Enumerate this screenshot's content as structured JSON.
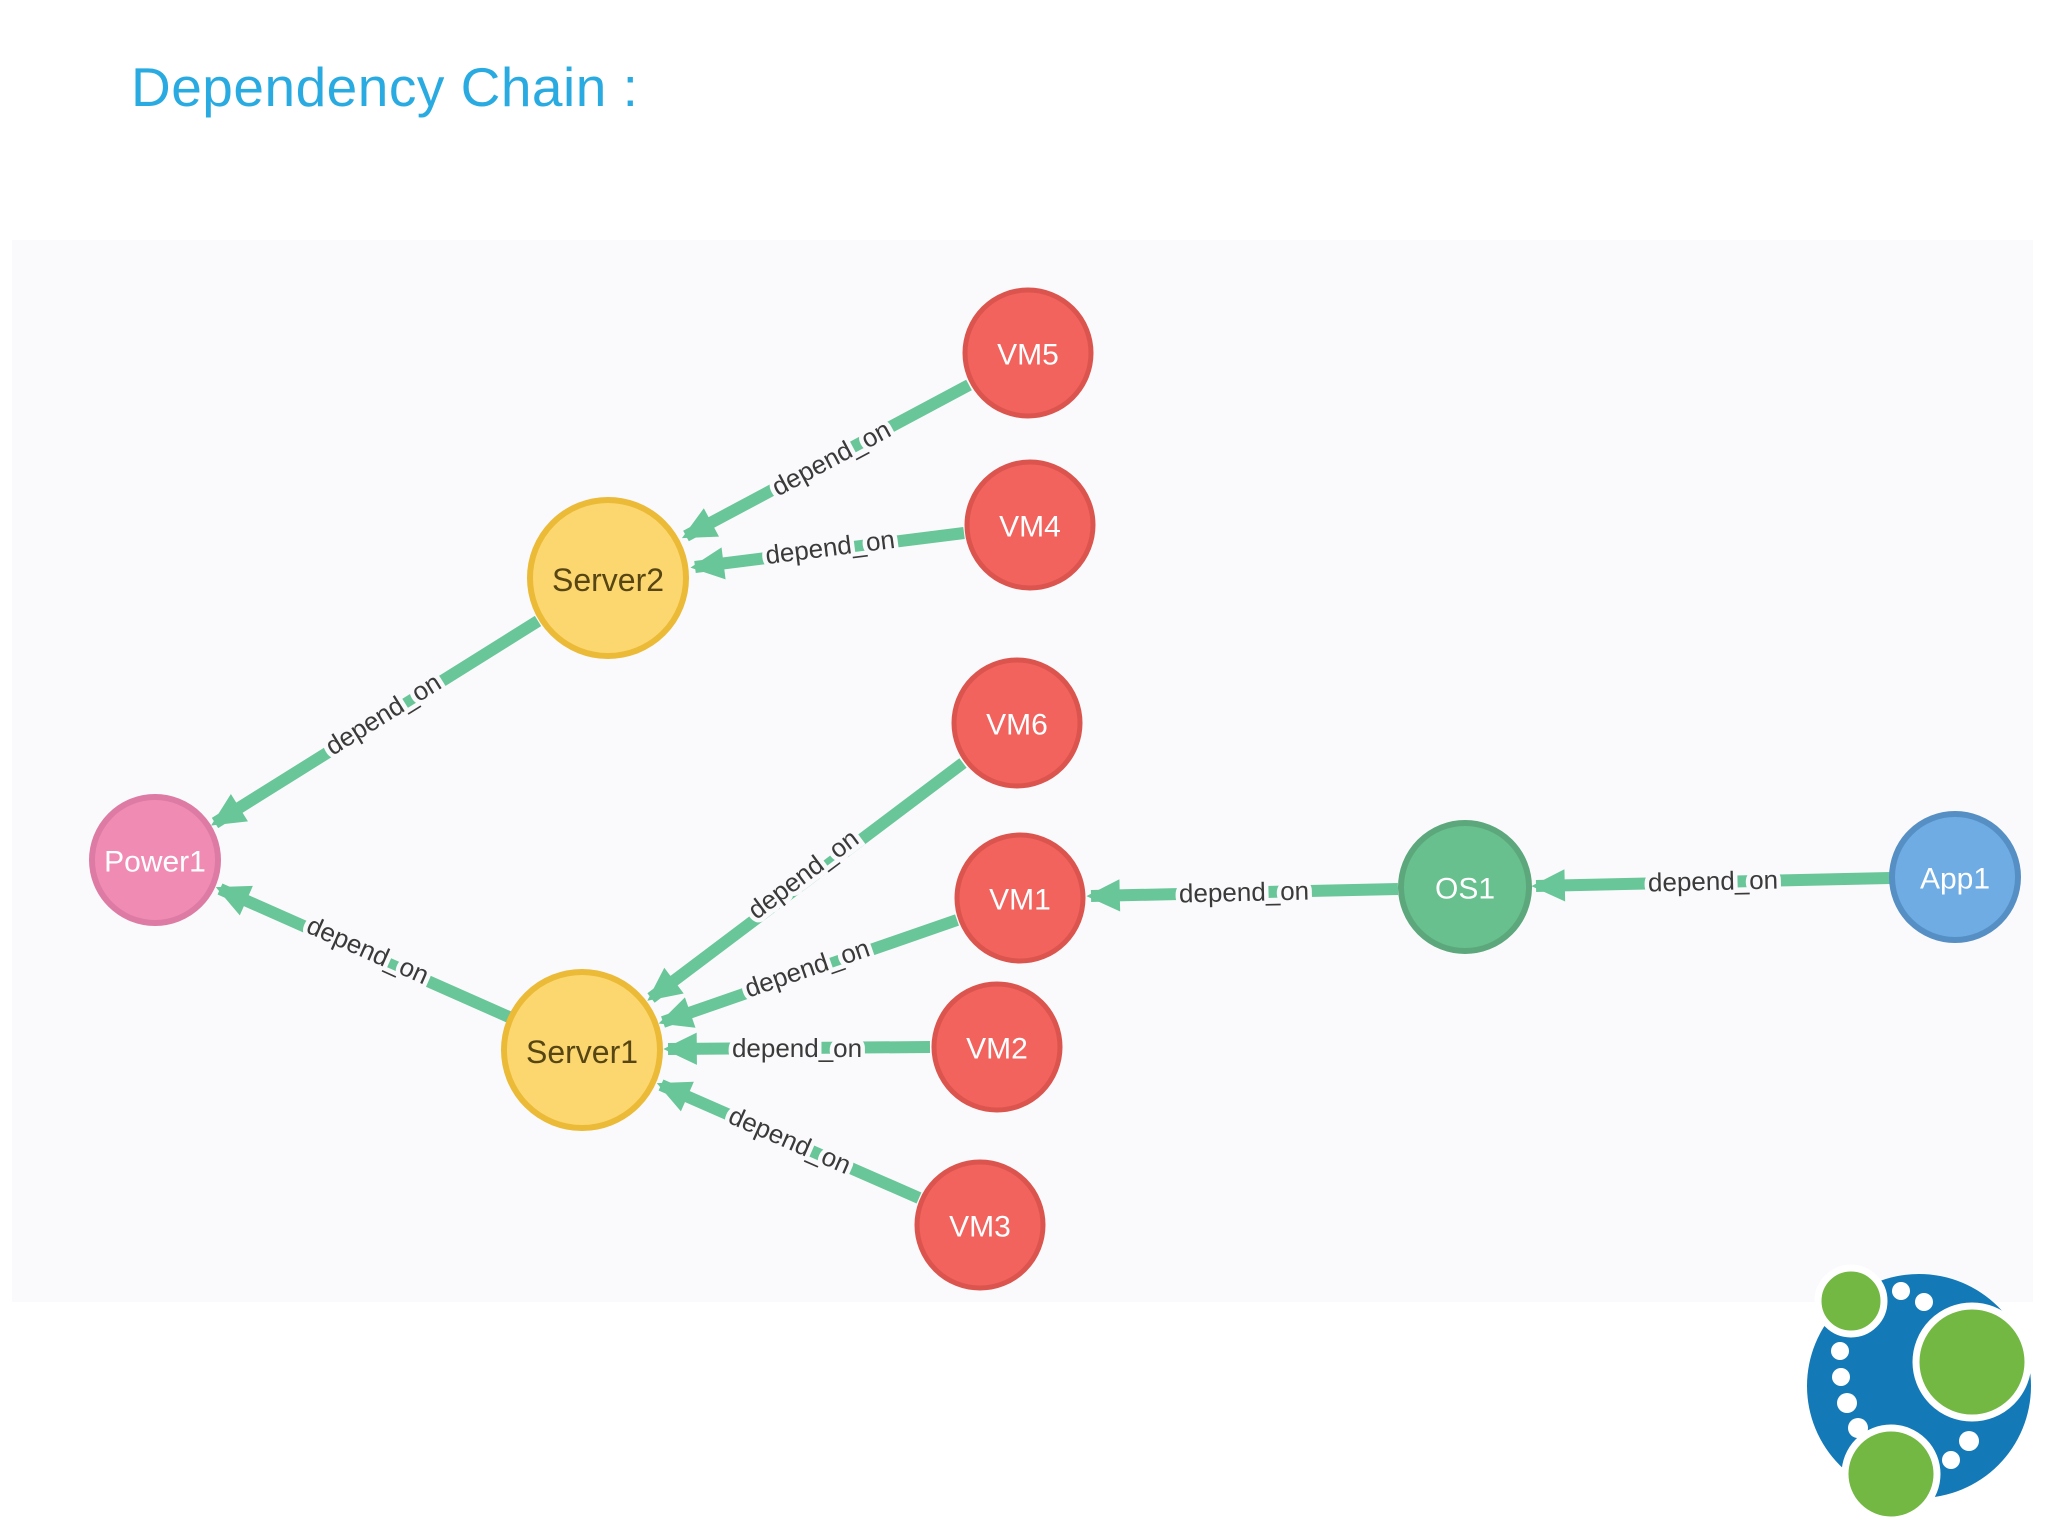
{
  "title": "Dependency Chain :",
  "colors": {
    "title_text": "#29ABE2",
    "viewport_background": "#FAFAFC",
    "relationship": "#69C699",
    "relationship_label_text": "#3A3A3A",
    "node_vm_fill": "#F2635E",
    "node_vm_border": "#DC544E",
    "node_server_fill": "#FCD76F",
    "node_server_border": "#EBBA37",
    "node_power_fill": "#F08CB4",
    "node_power_border": "#DD7BA4",
    "node_os_fill": "#68C08E",
    "node_os_border": "#5CA87C",
    "node_app_fill": "#6FACE4",
    "node_app_border": "#568FC4",
    "logo_blue": "#1379B7",
    "logo_green": "#72B843"
  },
  "graph": {
    "relationship_type": "depend_on",
    "nodes": [
      {
        "id": "VM5",
        "label": "VM5",
        "type": "vm"
      },
      {
        "id": "VM4",
        "label": "VM4",
        "type": "vm"
      },
      {
        "id": "Server2",
        "label": "Server2",
        "type": "server"
      },
      {
        "id": "Power1",
        "label": "Power1",
        "type": "power"
      },
      {
        "id": "VM6",
        "label": "VM6",
        "type": "vm"
      },
      {
        "id": "VM1",
        "label": "VM1",
        "type": "vm"
      },
      {
        "id": "VM2",
        "label": "VM2",
        "type": "vm"
      },
      {
        "id": "Server1",
        "label": "Server1",
        "type": "server"
      },
      {
        "id": "VM3",
        "label": "VM3",
        "type": "vm"
      },
      {
        "id": "OS1",
        "label": "OS1",
        "type": "os"
      },
      {
        "id": "App1",
        "label": "App1",
        "type": "app"
      }
    ],
    "edges": [
      {
        "from": "VM5",
        "to": "Server2",
        "label": "depend_on"
      },
      {
        "from": "VM4",
        "to": "Server2",
        "label": "depend_on"
      },
      {
        "from": "Server2",
        "to": "Power1",
        "label": "depend_on"
      },
      {
        "from": "Server1",
        "to": "Power1",
        "label": "depend_on"
      },
      {
        "from": "VM6",
        "to": "Server1",
        "label": "depend_on"
      },
      {
        "from": "VM1",
        "to": "Server1",
        "label": "depend_on"
      },
      {
        "from": "VM2",
        "to": "Server1",
        "label": "depend_on"
      },
      {
        "from": "VM3",
        "to": "Server1",
        "label": "depend_on"
      },
      {
        "from": "OS1",
        "to": "VM1",
        "label": "depend_on"
      },
      {
        "from": "App1",
        "to": "OS1",
        "label": "depend_on"
      }
    ]
  },
  "logo": {
    "icon": "neo4j-logo"
  }
}
